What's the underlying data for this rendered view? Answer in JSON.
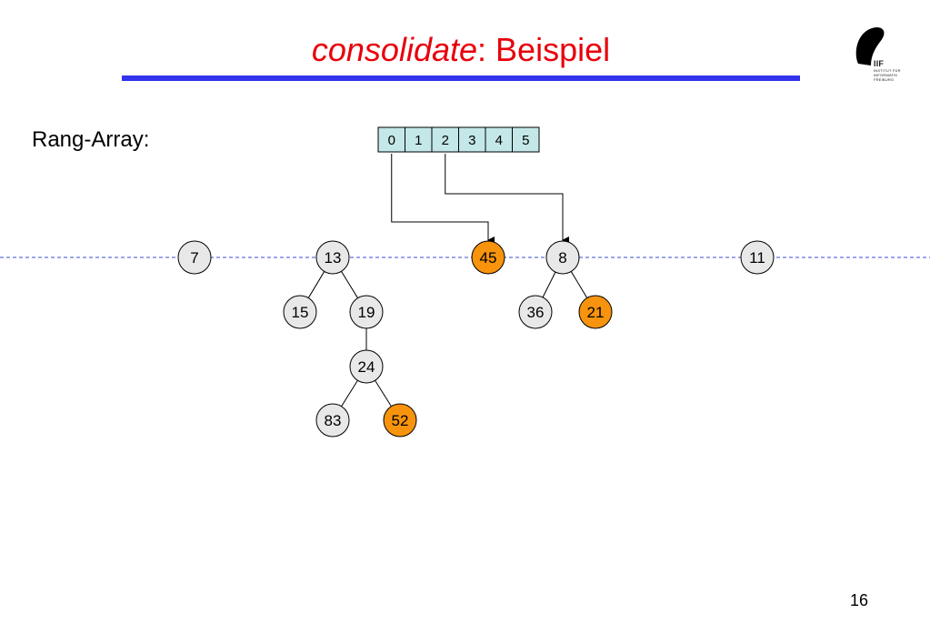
{
  "title": {
    "italic": "consolidate",
    "rest": ": Beispiel"
  },
  "logo": {
    "lines": [
      "IIF",
      "INSTITUT FÜR",
      "INFORMATIK",
      "FREIBURG"
    ]
  },
  "rank_array": {
    "label": "Rang-Array:",
    "cells": [
      "0",
      "1",
      "2",
      "3",
      "4",
      "5"
    ]
  },
  "nodes": [
    {
      "id": "n7",
      "label": "7",
      "highlight": false
    },
    {
      "id": "n13",
      "label": "13",
      "highlight": false
    },
    {
      "id": "n45",
      "label": "45",
      "highlight": true
    },
    {
      "id": "n8",
      "label": "8",
      "highlight": false
    },
    {
      "id": "n11",
      "label": "11",
      "highlight": false
    },
    {
      "id": "n15",
      "label": "15",
      "highlight": false
    },
    {
      "id": "n19",
      "label": "19",
      "highlight": false
    },
    {
      "id": "n24",
      "label": "24",
      "highlight": false
    },
    {
      "id": "n83",
      "label": "83",
      "highlight": false
    },
    {
      "id": "n52",
      "label": "52",
      "highlight": true
    },
    {
      "id": "n36",
      "label": "36",
      "highlight": false
    },
    {
      "id": "n21",
      "label": "21",
      "highlight": true
    }
  ],
  "edges": [
    [
      "n13",
      "n15"
    ],
    [
      "n13",
      "n19"
    ],
    [
      "n19",
      "n24"
    ],
    [
      "n24",
      "n83"
    ],
    [
      "n24",
      "n52"
    ],
    [
      "n8",
      "n36"
    ],
    [
      "n8",
      "n21"
    ]
  ],
  "pointers": [
    {
      "from_cell": "0",
      "to_node": "n45"
    },
    {
      "from_cell": "2",
      "to_node": "n8"
    }
  ],
  "colors": {
    "title": "#e8000b",
    "rule": "#3333ee",
    "cell_fill": "#c4e7e7",
    "node_fill": "#e8e8e8",
    "highlight_fill": "#f7930d",
    "root_line": "#3b4cd6"
  },
  "page_number": "16"
}
